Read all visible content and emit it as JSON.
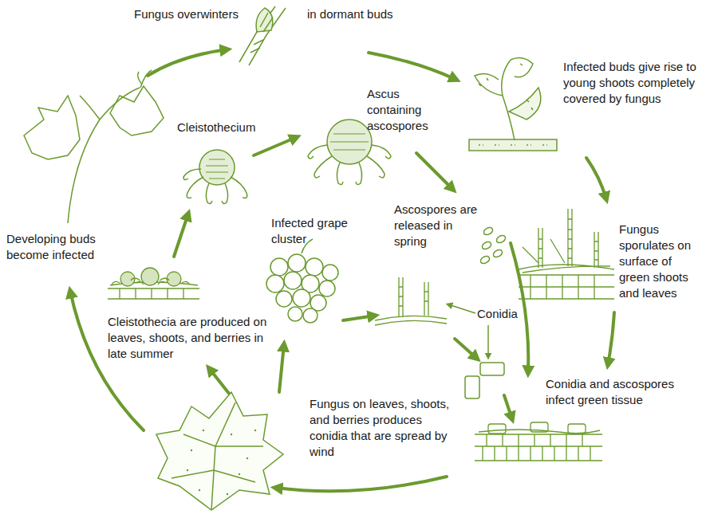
{
  "diagram": {
    "labels": [
      "Fungus overwinters",
      "in dormant buds",
      "Infected buds give rise to young shoots completely covered by fungus",
      "Ascus containing ascospores",
      "Cleistothecium",
      "Ascospores are released in spring",
      "Fungus sporulates on surface of green shoots and leaves",
      "Developing buds become infected",
      "Infected grape cluster",
      "Conidia",
      "Cleistothecia are produced on leaves, shoots, and berries in late summer",
      "Conidia and ascospores infect green tissue",
      "Fungus on leaves, shoots, and berries produces conidia that are spread by wind"
    ]
  }
}
